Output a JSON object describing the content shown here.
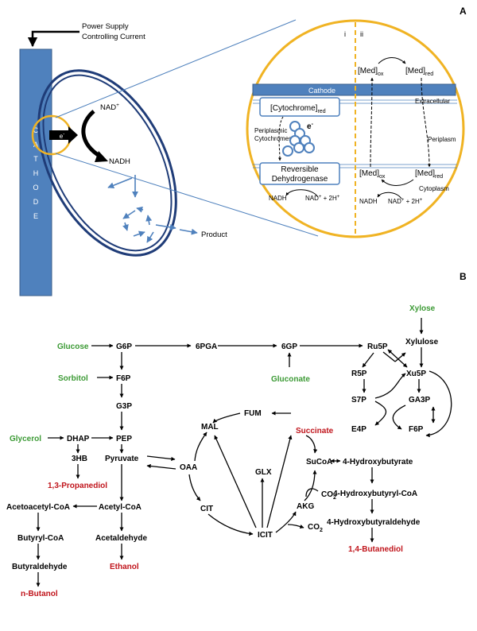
{
  "panels": {
    "a": "A",
    "b": "B"
  },
  "panel_a": {
    "power_supply_line1": "Power Supply",
    "power_supply_line2": "Controlling Current",
    "cathode_letters": [
      "C",
      "A",
      "T",
      "H",
      "O",
      "D",
      "E"
    ],
    "electron": "e",
    "electron_sup": "-",
    "nad_plus": "NAD",
    "nad_plus_sup": "+",
    "nadh": "NADH",
    "product": "Product",
    "zoom": {
      "lane_i": "i",
      "lane_ii": "ii",
      "cathode": "Cathode",
      "cytochrome_red": "[Cytochrome]",
      "cytochrome_red_sub": "red",
      "periplasmic_line1": "Periplasmic",
      "periplasmic_line2": "Cytochromes",
      "electron": "e",
      "electron_sup": "-",
      "reversible_line1": "Reversible",
      "reversible_line2": "Dehydrogenase",
      "nadh_left": "NADH",
      "nad_left": "NAD",
      "nad_left_sup": "+",
      "nad_left_tail": " + 2H",
      "nad_left_tail_sup": "+",
      "med_ox_top": "[Med]",
      "med_ox_top_sub": "ox",
      "med_red_top": "[Med]",
      "med_red_top_sub": "red",
      "extracellular": "Extracellular",
      "periplasm": "Periplasm",
      "med_ox_bottom": "[Med]",
      "med_ox_bottom_sub": "ox",
      "med_red_bottom": "[Med]",
      "med_red_bottom_sub": "red",
      "cytoplasm": "Cytoplasm",
      "nadh_right": "NADH",
      "nad_right": "NAD",
      "nad_right_sup": "+",
      "nad_right_tail": " + 2H",
      "nad_right_tail_sup": "+"
    }
  },
  "panel_b": {
    "substrates": {
      "glucose": "Glucose",
      "sorbitol": "Sorbitol",
      "glycerol": "Glycerol",
      "gluconate": "Gluconate",
      "xylose": "Xylose"
    },
    "metabolites": {
      "g6p": "G6P",
      "pga6": "6PGA",
      "gp6": "6GP",
      "ru5p": "Ru5P",
      "xylulose": "Xylulose",
      "f6p": "F6P",
      "r5p": "R5P",
      "xu5p": "Xu5P",
      "s7p": "S7P",
      "ga3p": "GA3P",
      "g3p": "G3P",
      "e4p": "E4P",
      "f6p2": "F6P",
      "dhap": "DHAP",
      "pep": "PEP",
      "hb3": "3HB",
      "pyruvate": "Pyruvate",
      "oaa": "OAA",
      "mal": "MAL",
      "fum": "FUM",
      "sucoa": "SuCoA",
      "glx": "GLX",
      "cit": "CIT",
      "icit": "ICIT",
      "akg": "AKG",
      "co2_a": "CO",
      "co2_a_sub": "2",
      "co2_b": "CO",
      "co2_b_sub": "2",
      "acetoacetyl": "Acetoacetyl-CoA",
      "acetylcoa": "Acetyl-CoA",
      "butyryl": "Butyryl-CoA",
      "acetaldehyde": "Acetaldehyde",
      "butyraldehyde": "Butyraldehyde",
      "hbutyrate": "4-Hydroxybutyrate",
      "hbutyrylcoa": "4-Hydroxybutyryl-CoA",
      "hbutyraldehyde": "4-Hydroxybutyraldehyde"
    },
    "products": {
      "propanediol": "1,3-Propanediol",
      "ethanol": "Ethanol",
      "butanol": "n-Butanol",
      "butanediol": "1,4-Butanediol",
      "succinate": "Succinate"
    }
  },
  "colors": {
    "cathode": "#4f81bd",
    "zoom_circle": "#f0b323",
    "cell": "#1f3c78",
    "blue_arrow": "#4f81bd",
    "green": "#3c9a35",
    "red": "#c0141b"
  }
}
